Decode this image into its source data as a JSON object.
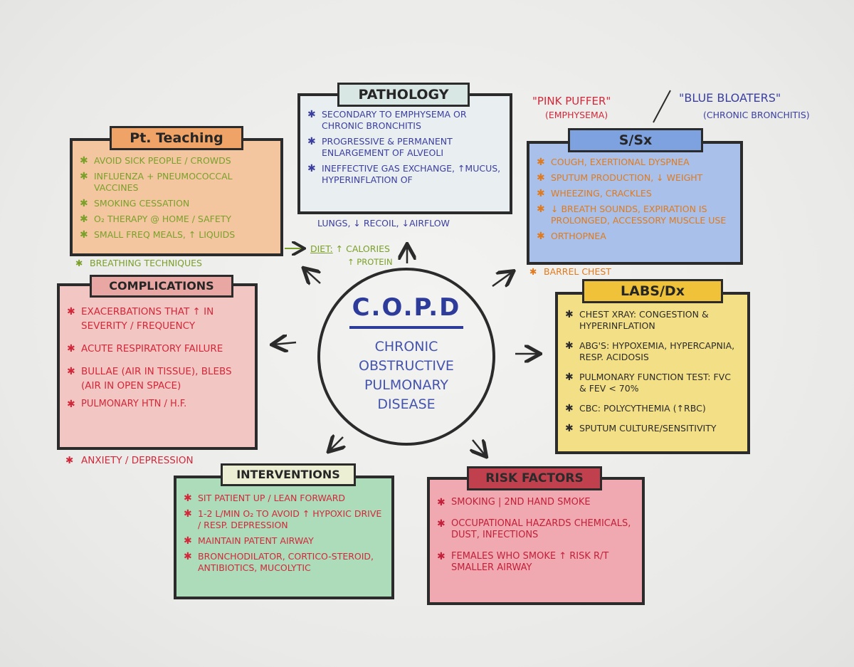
{
  "center": {
    "title": "C.O.P.D",
    "lines": [
      "CHRONIC",
      "OBSTRUCTIVE",
      "PULMONARY",
      "DISEASE"
    ]
  },
  "pathology": {
    "label": "PATHOLOGY",
    "items": [
      "SECONDARY TO EMPHYSEMA OR CHRONIC BRONCHITIS",
      "PROGRESSIVE & PERMANENT ENLARGEMENT OF ALVEOLI",
      "INEFFECTIVE GAS EXCHANGE, ↑MUCUS, HYPERINFLATION OF"
    ],
    "overflow": "LUNGS, ↓ RECOIL, ↓AIRFLOW"
  },
  "teaching": {
    "label": "Pt. Teaching",
    "items": [
      "AVOID SICK PEOPLE / CROWDS",
      "INFLUENZA + PNEUMOCOCCAL VACCINES",
      "SMOKING CESSATION",
      "O₂ THERAPY @ HOME / SAFETY",
      "SMALL FREQ MEALS, ↑ LIQUIDS"
    ],
    "overflow": "BREATHING TECHNIQUES",
    "diet_label": "DIET:",
    "diet_lines": [
      "↑ CALORIES",
      "↑ PROTEIN"
    ]
  },
  "ssx": {
    "label": "S/Sx",
    "pink_puffer": "\"PINK PUFFER\"",
    "pink_puffer_sub": "(EMPHYSEMA)",
    "blue_bloaters": "\"BLUE BLOATERS\"",
    "blue_bloaters_sub": "(CHRONIC BRONCHITIS)",
    "items": [
      "COUGH, EXERTIONAL DYSPNEA",
      "SPUTUM PRODUCTION, ↓ WEIGHT",
      "WHEEZING, CRACKLES",
      "↓ BREATH SOUNDS, EXPIRATION IS PROLONGED, ACCESSORY MUSCLE USE",
      "ORTHOPNEA"
    ],
    "overflow": "BARREL CHEST"
  },
  "complications": {
    "label": "COMPLICATIONS",
    "items": [
      "EXACERBATIONS THAT ↑ IN SEVERITY / FREQUENCY",
      "ACUTE RESPIRATORY FAILURE",
      "BULLAE (AIR IN TISSUE), BLEBS (AIR IN OPEN SPACE)",
      "PULMONARY HTN / H.F."
    ],
    "overflow": "ANXIETY / DEPRESSION"
  },
  "labs": {
    "label": "LABS/Dx",
    "items": [
      "CHEST XRAY: CONGESTION & HYPERINFLATION",
      "ABG's: HYPOXEMIA, HYPERCAPNIA, RESP. ACIDOSIS",
      "PULMONARY FUNCTION TEST: FVC & FEV < 70%",
      "CBC: POLYCYTHEMIA (↑RBC)",
      "SPUTUM CULTURE/SENSITIVITY"
    ]
  },
  "interventions": {
    "label": "INTERVENTIONS",
    "items": [
      "SIT PATIENT UP / LEAN FORWARD",
      "1-2 L/MIN O₂ TO AVOID ↑ HYPOXIC DRIVE / RESP. DEPRESSION",
      "MAINTAIN PATENT AIRWAY",
      "BRONCHODILATOR, CORTICO-STEROID, ANTIBIOTICS, MUCOLYTIC"
    ]
  },
  "risk": {
    "label": "RISK FACTORS",
    "items": [
      "SMOKING | 2nd HAND SMOKE",
      "OCCUPATIONAL HAZARDS CHEMICALS, DUST, INFECTIONS",
      "FEMALES WHO SMOKE ↑ RISK R/T SMALLER AIRWAY"
    ]
  },
  "colors": {
    "teaching": "#f4c6a0",
    "pathology": "#e9eef0",
    "ssx": "#a9c1ea",
    "complications": "#f2c7c3",
    "labs": "#f3df86",
    "interventions": "#acdcb9",
    "risk": "#f1a9b1"
  }
}
